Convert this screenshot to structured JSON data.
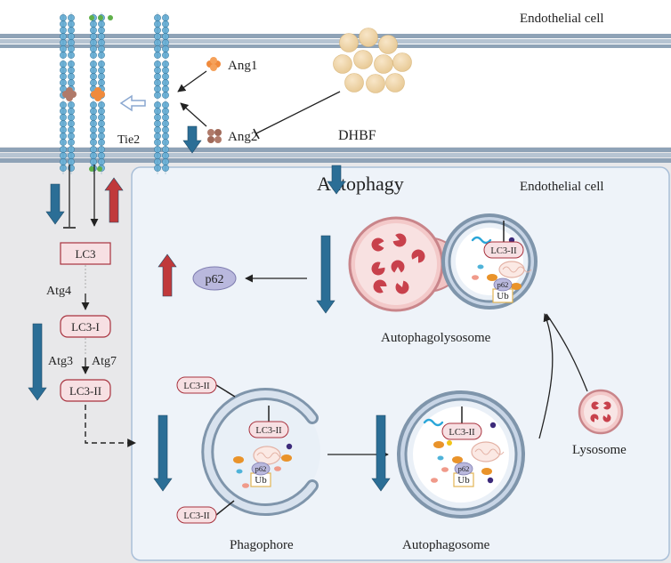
{
  "labels": {
    "endothelial_top": "Endothelial cell",
    "endothelial_inner": "Endothelial cell",
    "ang1": "Ang1",
    "ang2": "Ang2",
    "dhbf": "DHBF",
    "tie2": "Tie2",
    "autophagy": "Autophagy",
    "p62": "p62",
    "lc3": "LC3",
    "atg4": "Atg4",
    "lc3_i": "LC3-I",
    "atg3": "Atg3",
    "atg7": "Atg7",
    "lc3_ii": "LC3-II",
    "lc3_ii_tag": "LC3-II",
    "p62_small": "p62",
    "ub": "Ub",
    "autophagolysosome": "Autophagolysosome",
    "phagophore": "Phagophore",
    "autophagosome": "Autophagosome",
    "lysosome": "Lysosome"
  },
  "colors": {
    "down_arrow": "#2b6e96",
    "up_arrow": "#c0393b",
    "membrane": "#7f95ab",
    "receptor_bead": "#6fb3d8",
    "lc3_box": "#f7e0e3",
    "lc3_border": "#a8323e",
    "p62": "#b9b8dd",
    "dhbf_ball": "#f0d7ae",
    "cell_bg": "#eef3f9",
    "cytoplasm_bg": "#ececed"
  }
}
